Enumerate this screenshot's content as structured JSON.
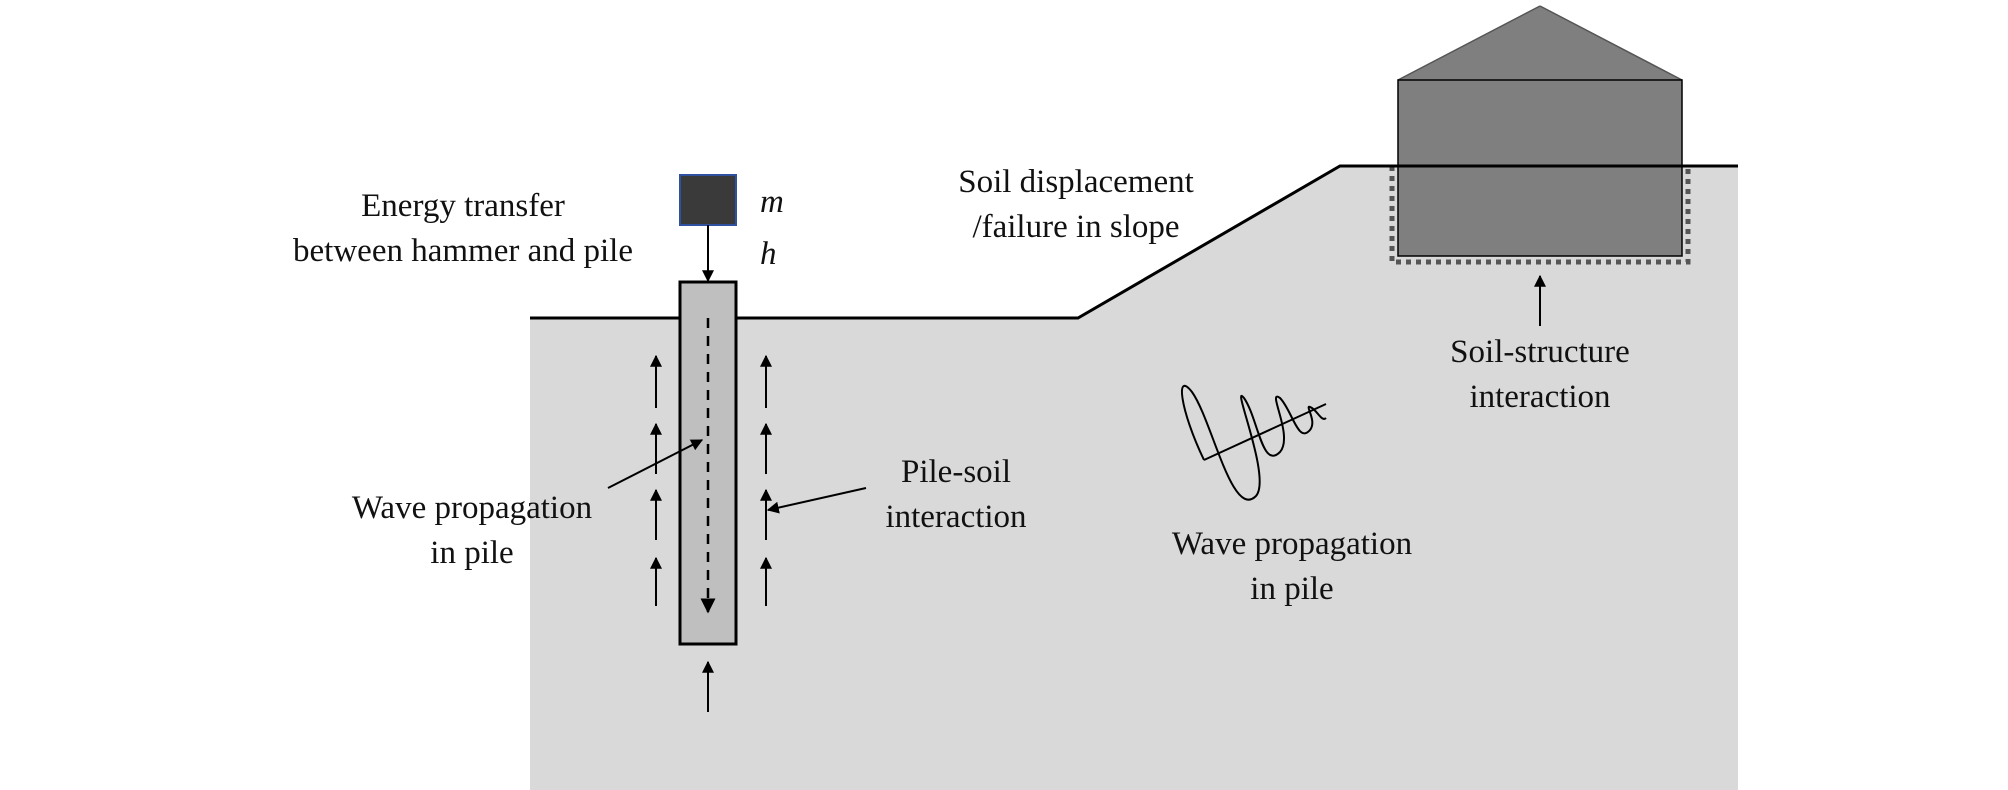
{
  "labels": {
    "energy_transfer_line1": "Energy transfer",
    "energy_transfer_line2": "between hammer and pile",
    "mass_symbol": "m",
    "height_symbol": "h",
    "slope_line1": "Soil  displacement",
    "slope_line2": "/failure in slope",
    "ssi_line1": "Soil-structure",
    "ssi_line2": "interaction",
    "pile_wave_line1": "Wave propagation",
    "pile_wave_line2": "in pile",
    "pile_soil_line1": "Pile-soil",
    "pile_soil_line2": "interaction",
    "ground_wave_line1": "Wave propagation",
    "ground_wave_line2": "in pile"
  },
  "colors": {
    "soil": "#d9d9d9",
    "pile": "#bfbfbf",
    "hammer": "#3a3a3a",
    "hammer_border": "#3050a0",
    "building": "#7f7f7f",
    "line": "#000000",
    "foundation_dotted": "#555555"
  }
}
